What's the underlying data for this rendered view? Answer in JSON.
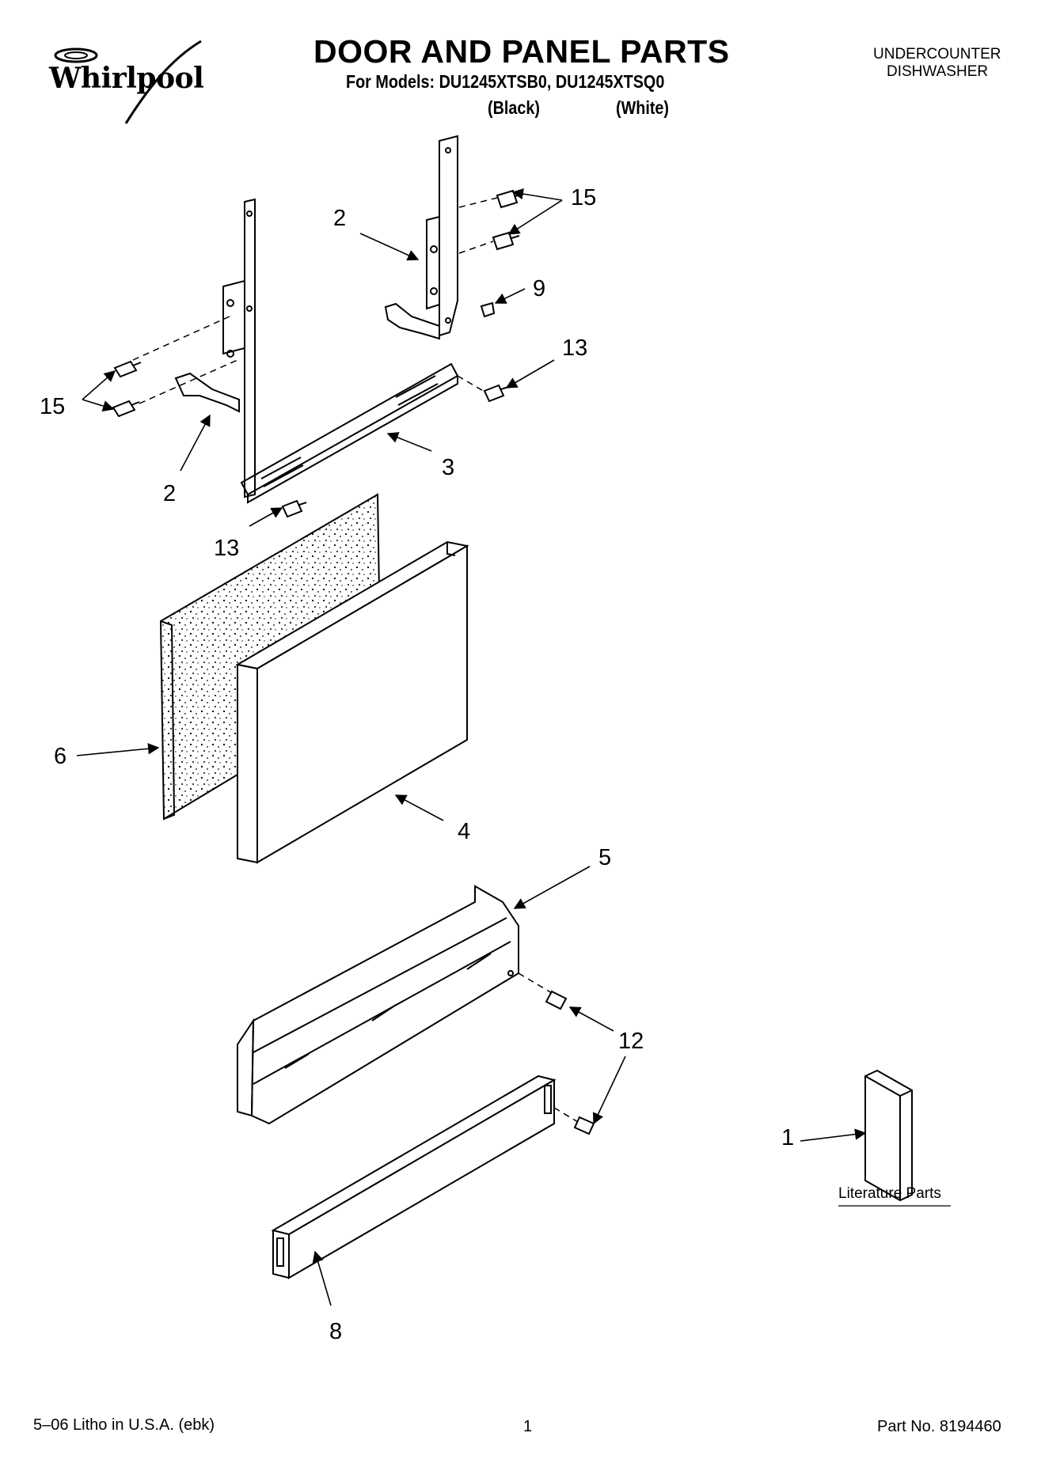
{
  "header": {
    "brand": "Whirlpool",
    "title": "DOOR AND PANEL PARTS",
    "models_line": "For Models: DU1245XTSB0, DU1245XTSQ0",
    "color_black": "(Black)",
    "color_white": "(White)",
    "appliance_line1": "UNDERCOUNTER",
    "appliance_line2": "DISHWASHER"
  },
  "callouts": {
    "c1": "1",
    "c2a": "2",
    "c2b": "2",
    "c3": "3",
    "c4": "4",
    "c5": "5",
    "c6": "6",
    "c8": "8",
    "c9": "9",
    "c12": "12",
    "c13a": "13",
    "c13b": "13",
    "c15a": "15",
    "c15b": "15"
  },
  "literature_label": "Literature Parts",
  "footer": {
    "litho": "5–06 Litho in U.S.A. (ebk)",
    "page": "1",
    "part_no": "Part No. 8194460"
  }
}
